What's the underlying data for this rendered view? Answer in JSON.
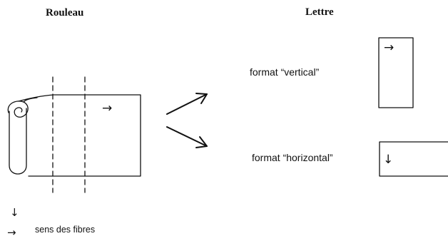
{
  "headings": {
    "rouleau": "Rouleau",
    "lettre": "Lettre"
  },
  "formats": {
    "vertical_label": "format “vertical”",
    "horizontal_label": "format “horizontal”"
  },
  "legend": {
    "label": "sens des fibres",
    "down_arrow": "↓",
    "right_arrow": "→"
  },
  "glyphs": {
    "right_arrow": "→",
    "down_arrow": "↓"
  },
  "colors": {
    "ink": "#111111",
    "paper": "#ffffff"
  }
}
